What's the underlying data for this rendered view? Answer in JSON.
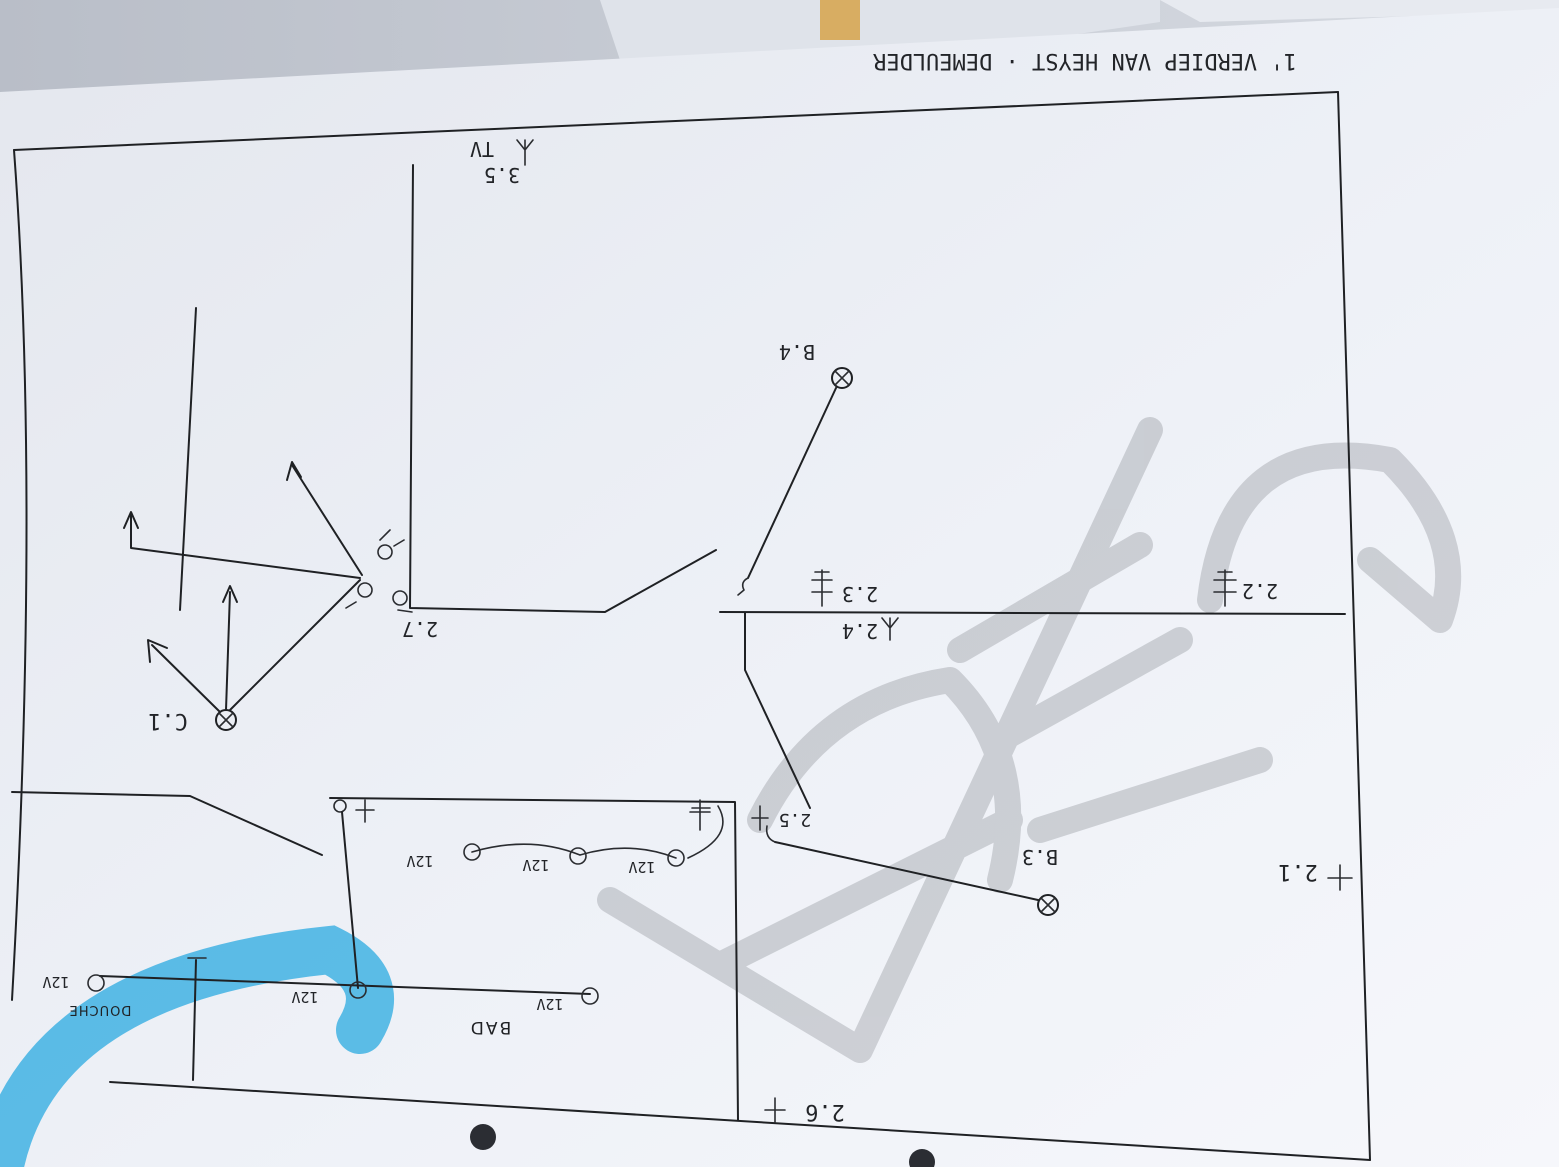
{
  "header": {
    "note": "1' VERDIEP   VAN HEYST · DEMEULDER"
  },
  "points": {
    "v21": "2.1",
    "v22": "2.2",
    "v23": "2.3",
    "v24": "2.4",
    "v25": "2.5",
    "v26": "2.6",
    "v27": "2.7",
    "v35": "3.5",
    "b3": "B.3",
    "b4": "B.4",
    "c1": "C.1",
    "tv": "TV"
  },
  "rooms": {
    "bad": "BAD",
    "douche": "DOUCHE"
  },
  "fixture_tag": "12V",
  "watermark": {
    "text": "ACEG",
    "color": "#8c8f95"
  },
  "colors": {
    "paper": "#eef1f7",
    "ink": "#1f2124",
    "accent": "#2aa9e0"
  }
}
